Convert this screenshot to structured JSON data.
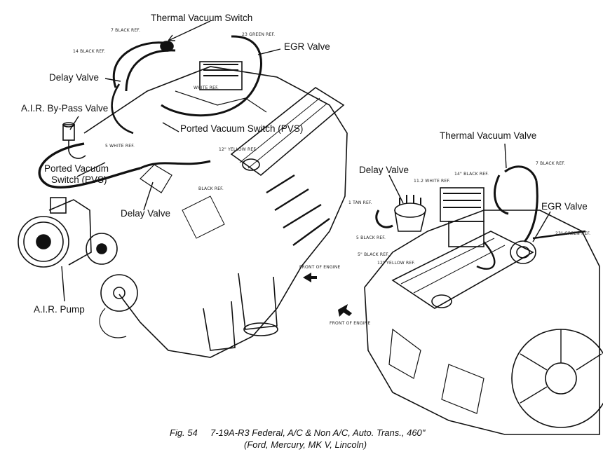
{
  "left_engine": {
    "labels": {
      "thermal_vacuum_switch": "Thermal Vacuum Switch",
      "egr_valve": "EGR Valve",
      "delay_valve_top": "Delay Valve",
      "air_bypass_valve": "A.I.R. By-Pass Valve",
      "ported_vacuum_switch_pvs": "Ported Vacuum Switch (PVS)",
      "ported_vacuum_line1": "Ported Vacuum",
      "ported_vacuum_line2": "Switch (PVS)",
      "delay_valve_bottom": "Delay Valve",
      "air_pump": "A.I.R. Pump"
    },
    "hose_refs": {
      "ref_7_black": "7 BLACK REF.",
      "ref_23_green": "23 GREEN REF.",
      "ref_14_black": "14 BLACK REF.",
      "ref_white": "WHITE REF.",
      "ref_5_white": "5 WHITE REF.",
      "ref_12_yellow": "12\" YELLOW REF.",
      "ref_black": "BLACK REF.",
      "front_of_engine": "FRONT OF ENGINE"
    }
  },
  "right_engine": {
    "labels": {
      "thermal_vacuum_valve": "Thermal Vacuum Valve",
      "delay_valve": "Delay Valve",
      "egr_valve": "EGR Valve"
    },
    "hose_refs": {
      "ref_7_black": "7 BLACK REF.",
      "ref_14_black": "14\" BLACK REF.",
      "ref_11_white": "11.2 WHITE REF.",
      "ref_1_tan": "1 TAN REF.",
      "ref_5_black": "5 BLACK REF.",
      "ref_5_black_2": "5\" BLACK REF.",
      "ref_12_yellow": "12\" YELLOW REF.",
      "ref_23_green": "23\" GREEN REF.",
      "front_of_engine": "FRONT OF ENGINE"
    }
  },
  "caption": {
    "fig": "Fig. 54",
    "line1": "7-19A-R3 Federal, A/C & Non A/C, Auto. Trans., 460\"",
    "line2": "(Ford, Mercury, MK V, Lincoln)"
  }
}
